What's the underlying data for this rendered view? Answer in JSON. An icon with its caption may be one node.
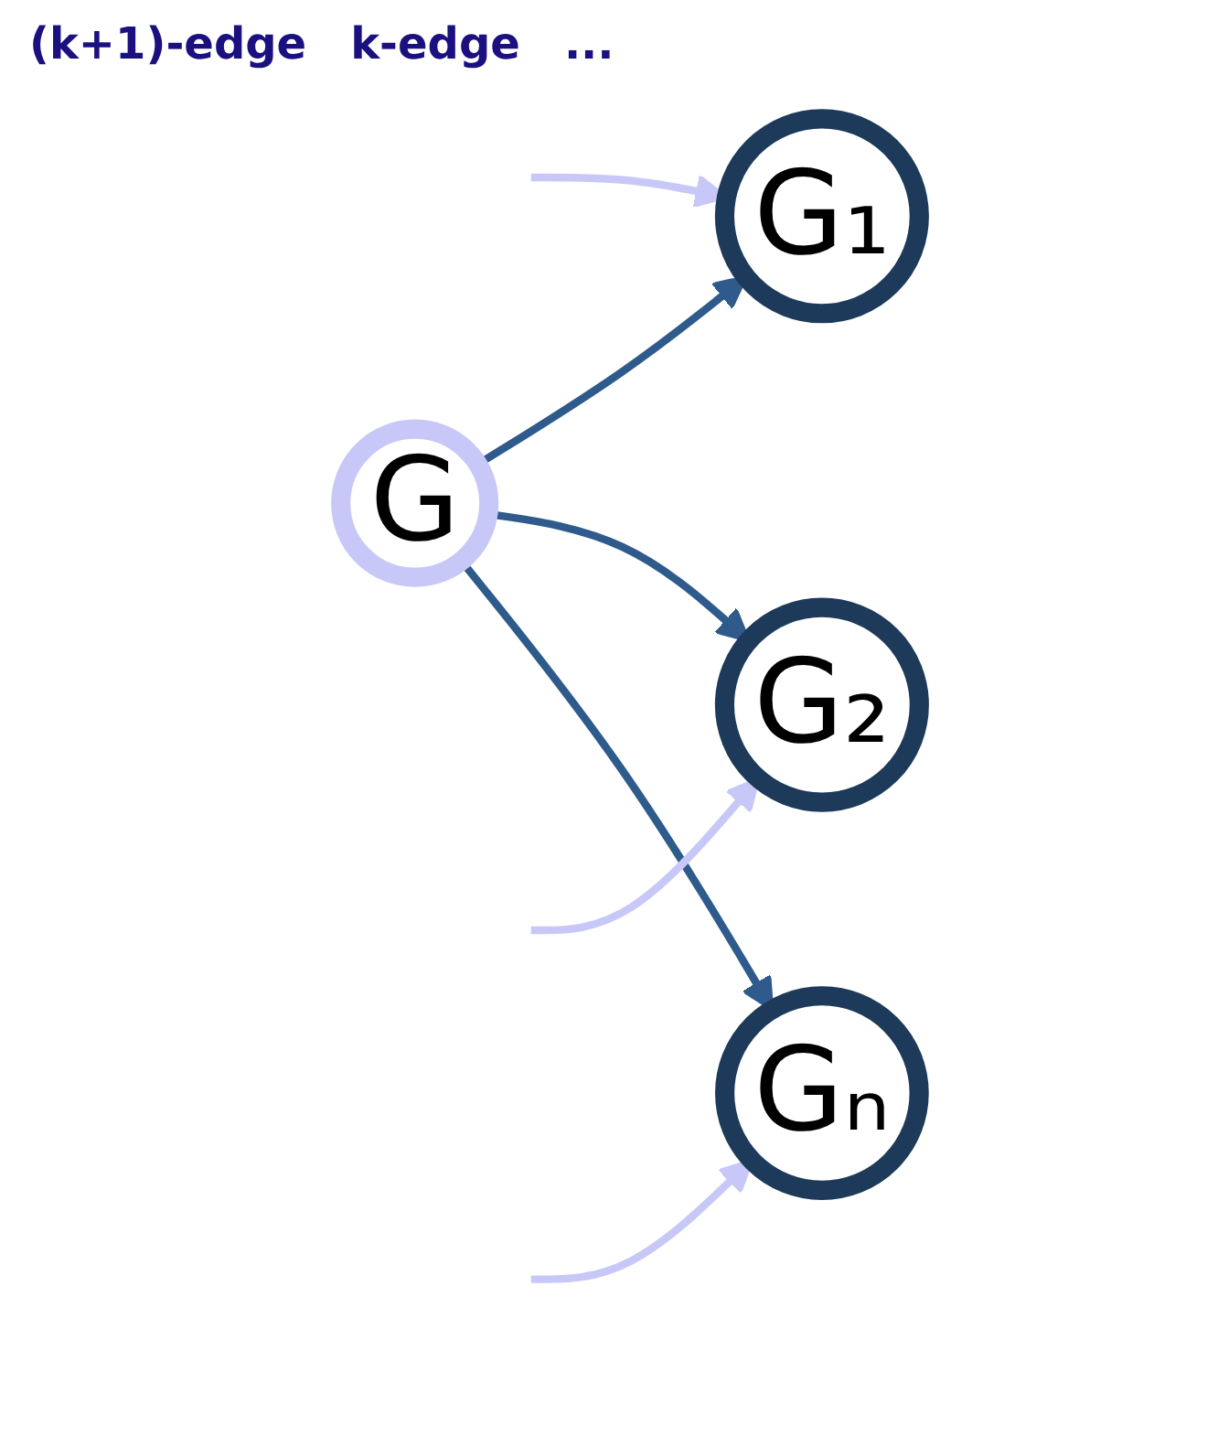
{
  "diagram": {
    "nodes": [
      {
        "text": [
          "G"
        ]
      },
      {
        "text": [
          "G₁"
        ]
      },
      {
        "text": [
          "G₂"
        ]
      },
      {
        "text": [
          "Gₙ"
        ]
      }
    ],
    "edges": [
      {
        "from": 0,
        "to": 1,
        "arrow": "to"
      },
      {
        "from": 0,
        "to": 2,
        "arrow": "to"
      },
      {
        "from": 0,
        "to": 3,
        "arrow": "to"
      },
      {
        "from": null,
        "to": 1,
        "arrow": "to",
        "color": "#c8c8f8"
      },
      {
        "from": null,
        "to": 2,
        "arrow": "to",
        "color": "#c8c8f8"
      },
      {
        "from": null,
        "to": 3,
        "arrow": "to",
        "color": "#c8c8f8"
      }
    ],
    "labels": [
      "(k+1)-edge",
      "k-edge",
      "..."
    ]
  }
}
